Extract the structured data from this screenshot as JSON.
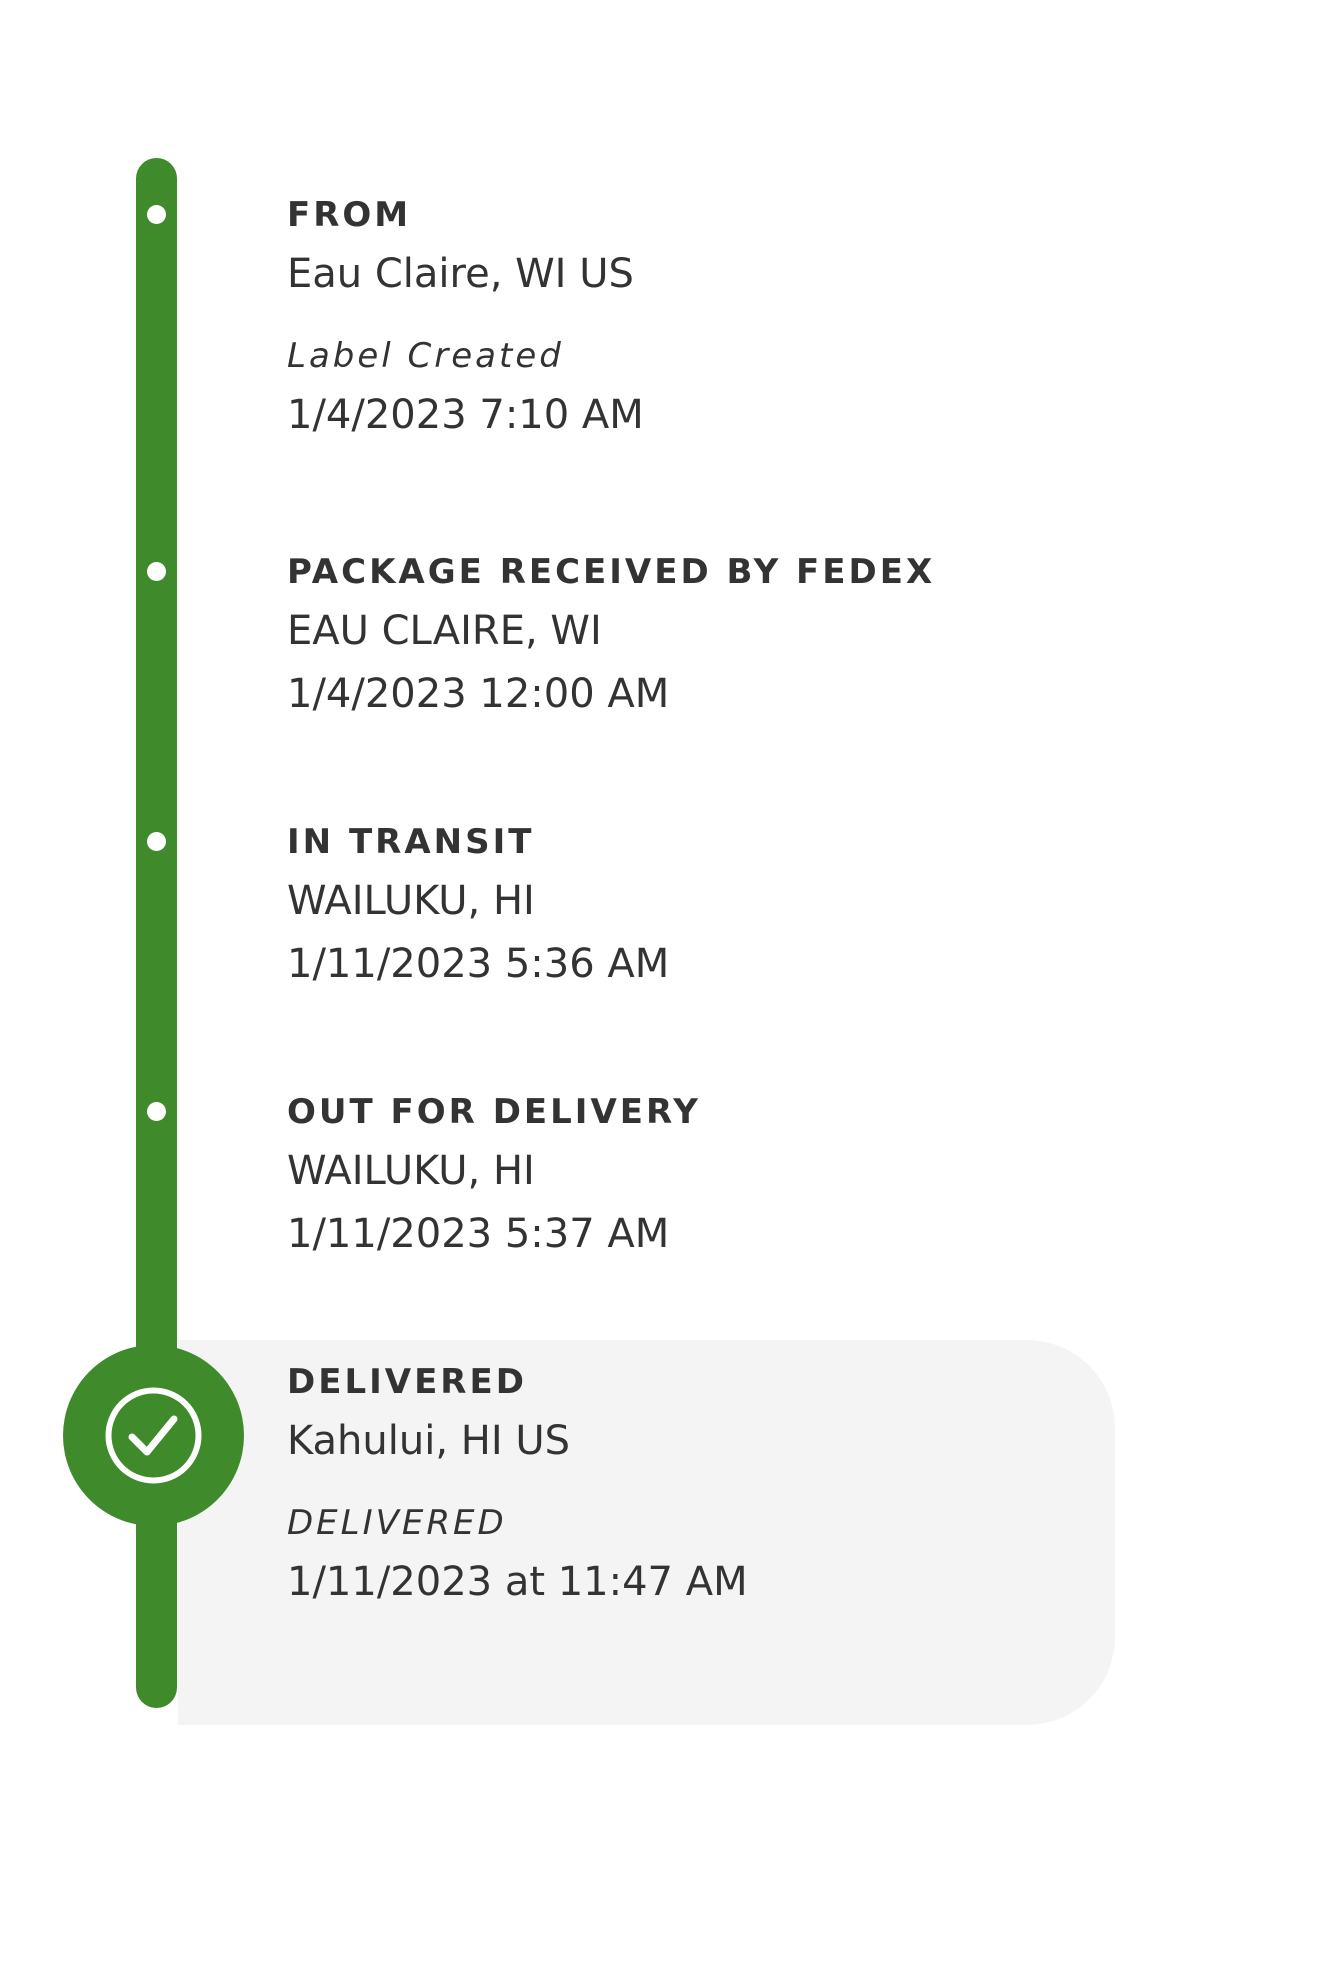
{
  "colors": {
    "track": "#3f8a2a",
    "panel": "#f4f4f4",
    "text": "#333333"
  },
  "timeline": {
    "from": {
      "title": "FROM",
      "location": "Eau Claire, WI US",
      "status": "Label Created",
      "datetime": "1/4/2023 7:10 AM"
    },
    "received": {
      "title": "PACKAGE RECEIVED BY FEDEX",
      "location": "EAU CLAIRE, WI",
      "datetime": "1/4/2023 12:00 AM"
    },
    "in_transit": {
      "title": "IN TRANSIT",
      "location": "WAILUKU, HI",
      "datetime": "1/11/2023 5:36 AM"
    },
    "out_for_delivery": {
      "title": "OUT FOR DELIVERY",
      "location": "WAILUKU, HI",
      "datetime": "1/11/2023 5:37 AM"
    },
    "delivered": {
      "title": "DELIVERED",
      "location": "Kahului, HI US",
      "status": "DELIVERED",
      "datetime": "1/11/2023 at 11:47 AM",
      "icon": "checkmark-circle-icon"
    }
  }
}
